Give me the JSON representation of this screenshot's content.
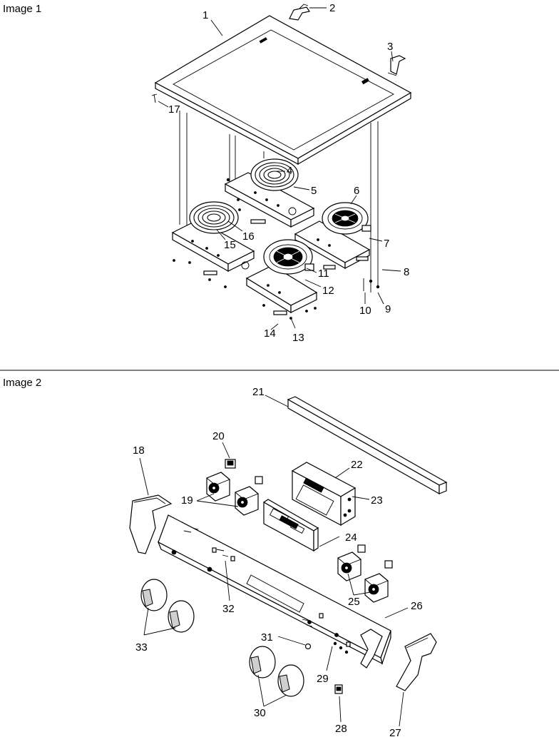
{
  "sections": [
    {
      "title": "Image 1"
    },
    {
      "title": "Image 2"
    }
  ],
  "callouts": {
    "c1": "1",
    "c2": "2",
    "c3": "3",
    "c4": "4",
    "c5": "5",
    "c6": "6",
    "c7": "7",
    "c8": "8",
    "c9": "9",
    "c10": "10",
    "c11": "11",
    "c12": "12",
    "c13": "13",
    "c14": "14",
    "c15": "15",
    "c16": "16",
    "c17": "17",
    "c18": "18",
    "c19": "19",
    "c20": "20",
    "c21": "21",
    "c22": "22",
    "c23": "23",
    "c24": "24",
    "c25": "25",
    "c26": "26",
    "c27": "27",
    "c28": "28",
    "c29": "29",
    "c30": "30",
    "c31": "31",
    "c32": "32",
    "c33": "33"
  },
  "colors": {
    "line": "#000000",
    "background": "#ffffff"
  }
}
